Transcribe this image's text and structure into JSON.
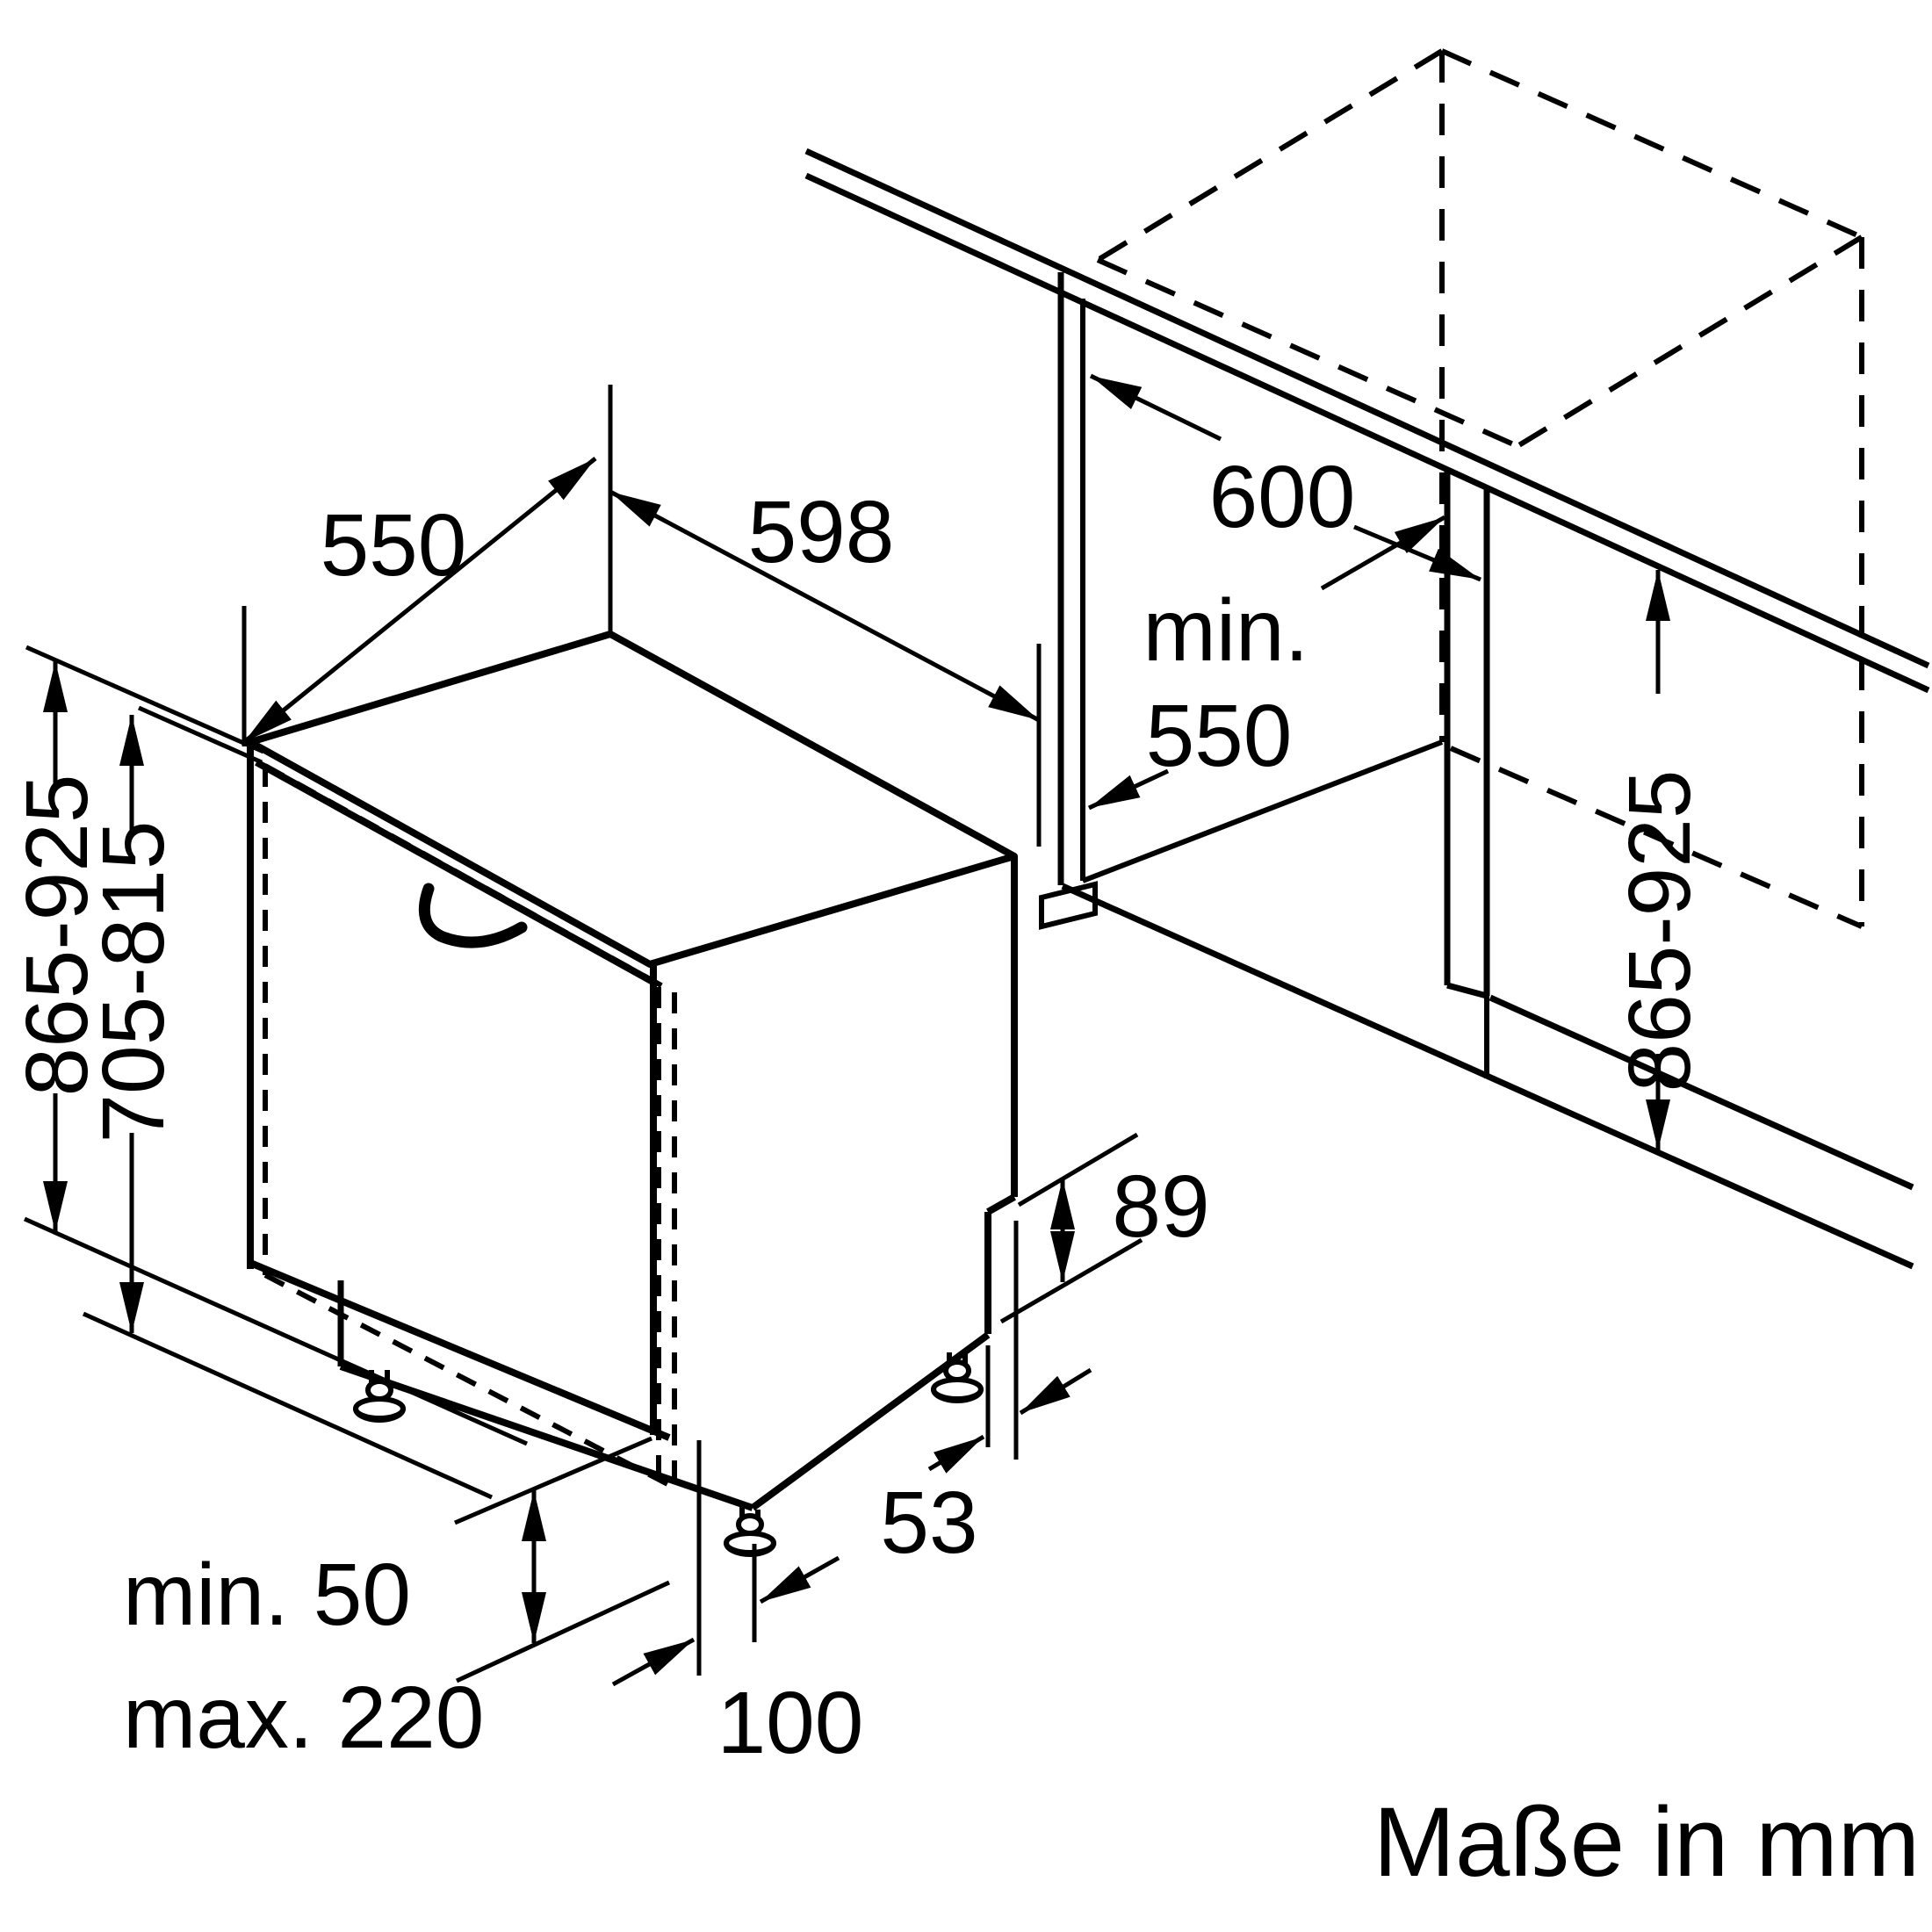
{
  "diagram": {
    "type": "appliance-installation-drawing",
    "background": "#ffffff",
    "line_color": "#000000",
    "footer_note": "Maße in mm",
    "dimensions": {
      "appliance_depth_top": "550",
      "appliance_width_top": "598",
      "niche_depth": "600",
      "niche_width_min_line1": "min.",
      "niche_width_min_line2": "550",
      "appliance_height_left": "865-925",
      "door_panel_height": "705-815",
      "niche_height_right": "865-925",
      "rear_base_notch_height": "89",
      "rear_base_notch_depth": "53",
      "front_foot_offset": "100",
      "plinth_clearance_min": "min. 50",
      "plinth_clearance_max": "max. 220"
    }
  }
}
